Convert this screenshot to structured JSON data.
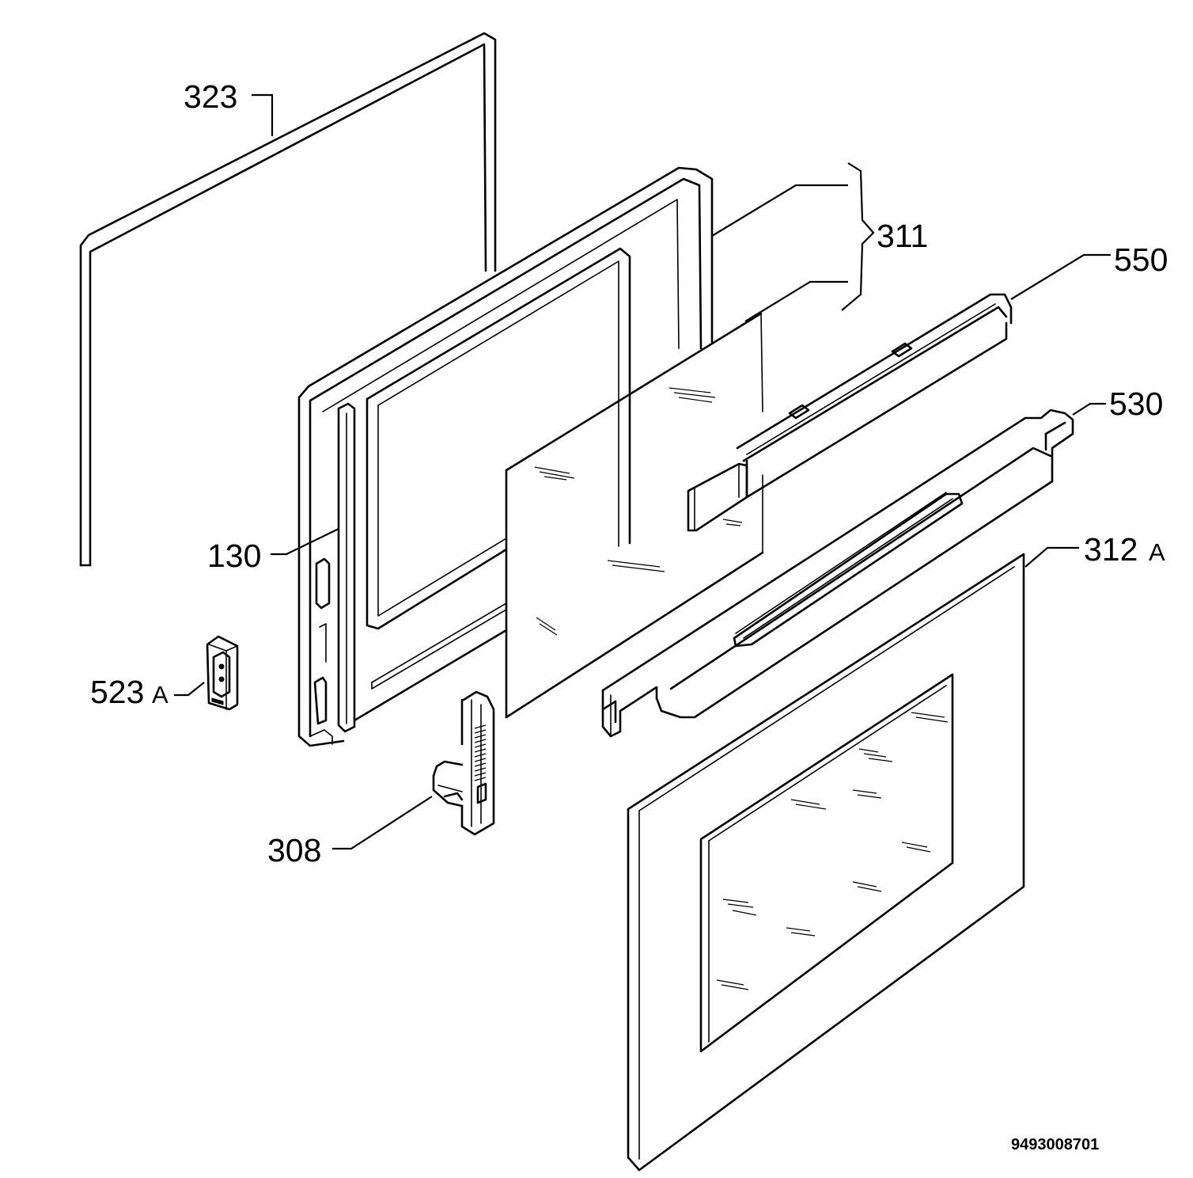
{
  "parts": [
    {
      "id": "p323",
      "number": "323",
      "suffix": ""
    },
    {
      "id": "p311",
      "number": "311",
      "suffix": ""
    },
    {
      "id": "p550",
      "number": "550",
      "suffix": ""
    },
    {
      "id": "p530",
      "number": "530",
      "suffix": ""
    },
    {
      "id": "p312",
      "number": "312",
      "suffix": "A"
    },
    {
      "id": "p130",
      "number": "130",
      "suffix": ""
    },
    {
      "id": "p523",
      "number": "523",
      "suffix": "A"
    },
    {
      "id": "p308",
      "number": "308",
      "suffix": ""
    }
  ],
  "document_number": "9493008701"
}
